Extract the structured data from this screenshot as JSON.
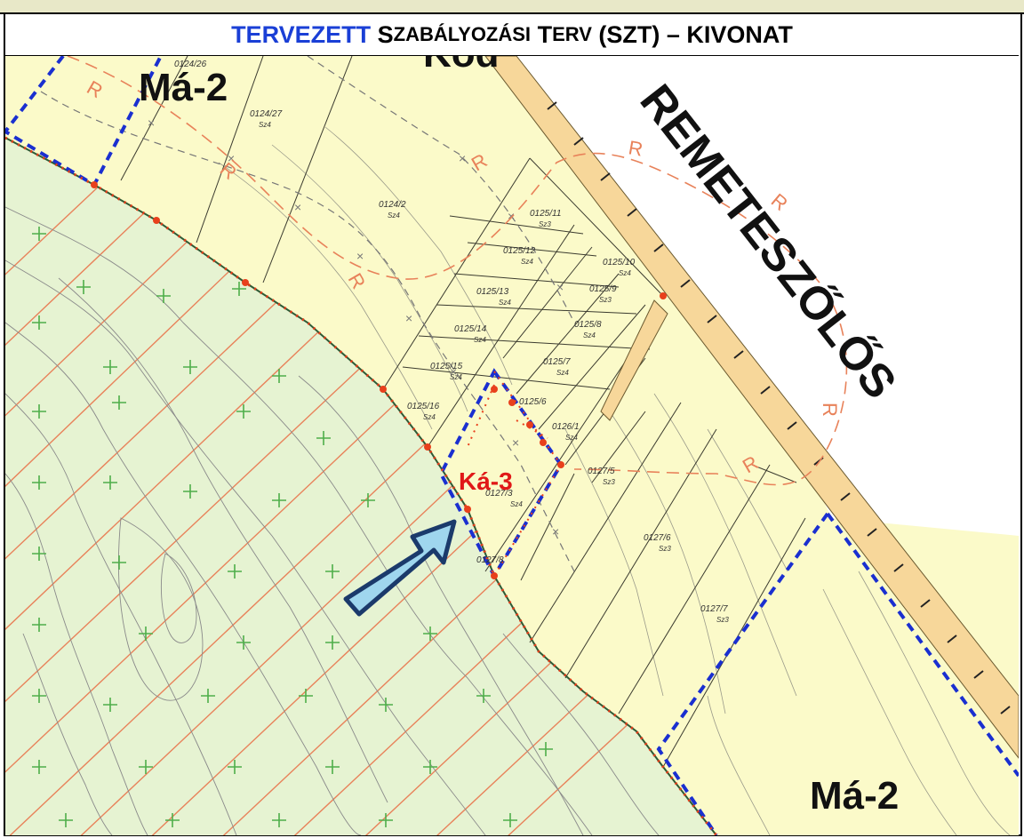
{
  "title": {
    "highlight": "TERVEZETT",
    "s_cap": "S",
    "s_rest": "ZABÁLYOZÁSI",
    "t_cap": "T",
    "t_rest": "ERV",
    "suffix": "(SZT) – KIVONAT"
  },
  "map": {
    "road_label_top": "Köd",
    "road_label": "REMETESZŐLŐS",
    "zone_labels": [
      "Má-2",
      "Má-2",
      "Ká-3"
    ],
    "parcels": [
      {
        "id": "0124/26",
        "code": ""
      },
      {
        "id": "0124/27",
        "code": "Sz4"
      },
      {
        "id": "0124/2",
        "code": "Sz4"
      },
      {
        "id": "0125/11",
        "code": "Sz3"
      },
      {
        "id": "0125/12",
        "code": "Sz4"
      },
      {
        "id": "0125/10",
        "code": "Sz4"
      },
      {
        "id": "0125/13",
        "code": "Sz4"
      },
      {
        "id": "0125/9",
        "code": "Sz3"
      },
      {
        "id": "0125/14",
        "code": "Sz4"
      },
      {
        "id": "0125/8",
        "code": "Sz4"
      },
      {
        "id": "0125/15",
        "code": "Sz4"
      },
      {
        "id": "0125/7",
        "code": "Sz4"
      },
      {
        "id": "0125/16",
        "code": "Sz4"
      },
      {
        "id": "0125/6",
        "code": ""
      },
      {
        "id": "0126/1",
        "code": "Sz4"
      },
      {
        "id": "0127/3",
        "code": "Sz4"
      },
      {
        "id": "0127/5",
        "code": "Sz3"
      },
      {
        "id": "0127/6",
        "code": "Sz3"
      },
      {
        "id": "0127/7",
        "code": "Sz3"
      },
      {
        "id": "0127/8",
        "code": ""
      }
    ],
    "colors": {
      "forest": "#e6f3d2",
      "field": "#fbfac9",
      "road": "#f7d79a",
      "zone_boundary": "#1a2fd0",
      "regulation_line": "#e8401c",
      "arrow_fill": "#9fd6ee",
      "arrow_stroke": "#1b3a6b",
      "highlight_label": "#e01818"
    },
    "icons": [
      "pointer-arrow-icon"
    ]
  }
}
